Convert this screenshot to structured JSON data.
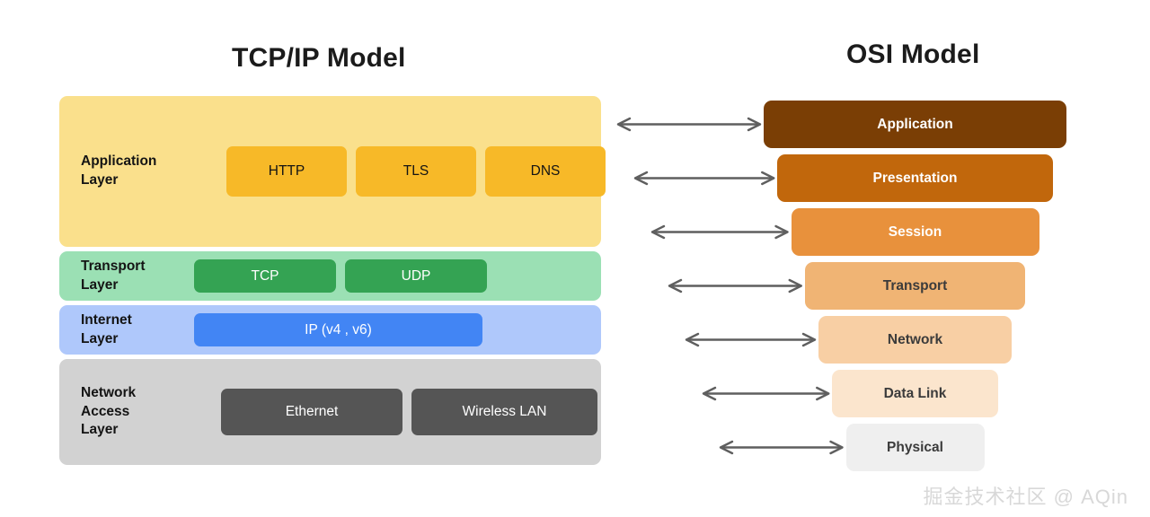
{
  "tcpip": {
    "title": "TCP/IP Model",
    "layers": [
      {
        "name": "Application Layer",
        "label": "Application\nLayer",
        "bg": "#FAE08C",
        "protocols": [
          {
            "name": "HTTP",
            "bg": "#F7B928"
          },
          {
            "name": "TLS",
            "bg": "#F7B928"
          },
          {
            "name": "DNS",
            "bg": "#F7B928"
          }
        ]
      },
      {
        "name": "Transport Layer",
        "label": "Transport\nLayer",
        "bg": "#9BE0B4",
        "protocols": [
          {
            "name": "TCP",
            "bg": "#34A353"
          },
          {
            "name": "UDP",
            "bg": "#34A353"
          }
        ]
      },
      {
        "name": "Internet Layer",
        "label": "Internet\nLayer",
        "bg": "#AFC8FB",
        "protocols": [
          {
            "name": "IP (v4 , v6)",
            "bg": "#4285F4"
          }
        ]
      },
      {
        "name": "Network Access Layer",
        "label": "Network\nAccess\nLayer",
        "bg": "#D2D2D2",
        "protocols": [
          {
            "name": "Ethernet",
            "bg": "#555555"
          },
          {
            "name": "Wireless LAN",
            "bg": "#555555"
          }
        ]
      }
    ]
  },
  "osi": {
    "title": "OSI Model",
    "layers": [
      {
        "label": "Application",
        "bg": "#7A3E05",
        "color": "#ffffff"
      },
      {
        "label": "Presentation",
        "bg": "#C1670C",
        "color": "#ffffff"
      },
      {
        "label": "Session",
        "bg": "#E8913C",
        "color": "#ffffff"
      },
      {
        "label": "Transport",
        "bg": "#F0B474",
        "color": "#3b3b3b"
      },
      {
        "label": "Network",
        "bg": "#F8CFA4",
        "color": "#3b3b3b"
      },
      {
        "label": "Data Link",
        "bg": "#FBE5CD",
        "color": "#3b3b3b"
      },
      {
        "label": "Physical",
        "bg": "#EFEFEF",
        "color": "#3b3b3b"
      }
    ]
  },
  "arrows": {
    "count": 7,
    "color": "#5F5F5F",
    "style": "double-headed"
  },
  "watermark": "掘金技术社区 @ AQin"
}
